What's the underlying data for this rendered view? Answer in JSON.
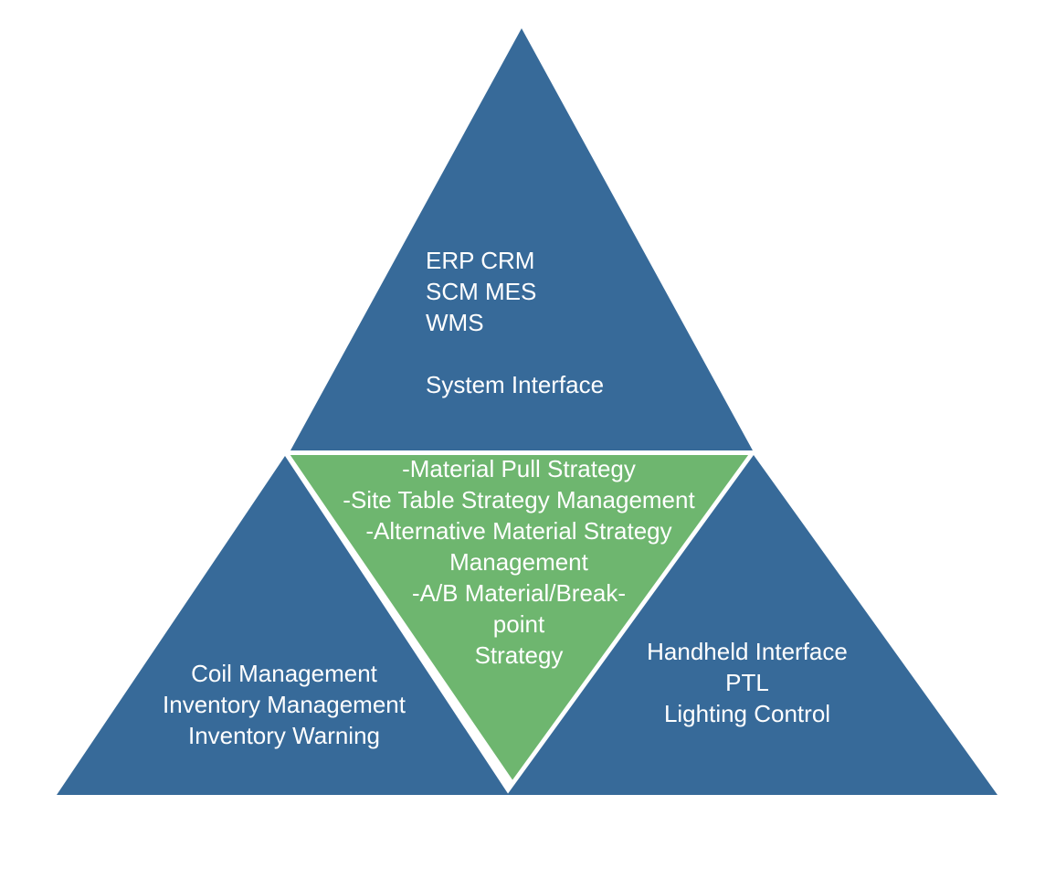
{
  "diagram": {
    "type": "triangle-segmented-pyramid",
    "colors": {
      "outer_fill": "#376A99",
      "center_fill": "#6EB66F",
      "separator": "#ffffff",
      "text": "#ffffff"
    },
    "top": {
      "lines": [
        "ERP CRM",
        "SCM MES",
        "WMS",
        "",
        "System Interface"
      ]
    },
    "center": {
      "lines": [
        "-Material Pull Strategy",
        "-Site Table Strategy Management",
        "-Alternative Material Strategy",
        "Management",
        "-A/B Material/Break-",
        "point",
        "Strategy"
      ]
    },
    "left": {
      "lines": [
        "Coil Management",
        "Inventory Management",
        "Inventory Warning"
      ]
    },
    "right": {
      "lines": [
        "Handheld Interface",
        "PTL",
        "Lighting Control"
      ]
    }
  }
}
